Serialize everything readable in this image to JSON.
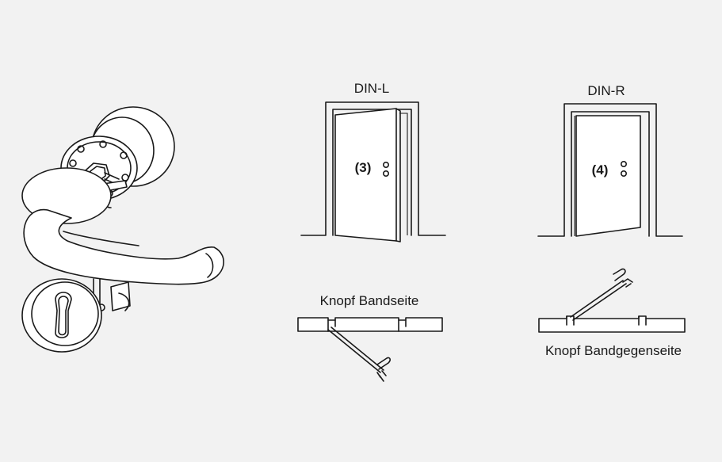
{
  "labels": {
    "din_l": "DIN-L",
    "din_r": "DIN-R",
    "number_left": "(3)",
    "number_right": "(4)",
    "knob_hinge_side": "Knopf Bandseite",
    "knob_opposite_side": "Knopf Bandgegenseite"
  },
  "colors": {
    "background": "#f2f2f2",
    "line": "#1a1a1a",
    "fill": "#ffffff"
  }
}
